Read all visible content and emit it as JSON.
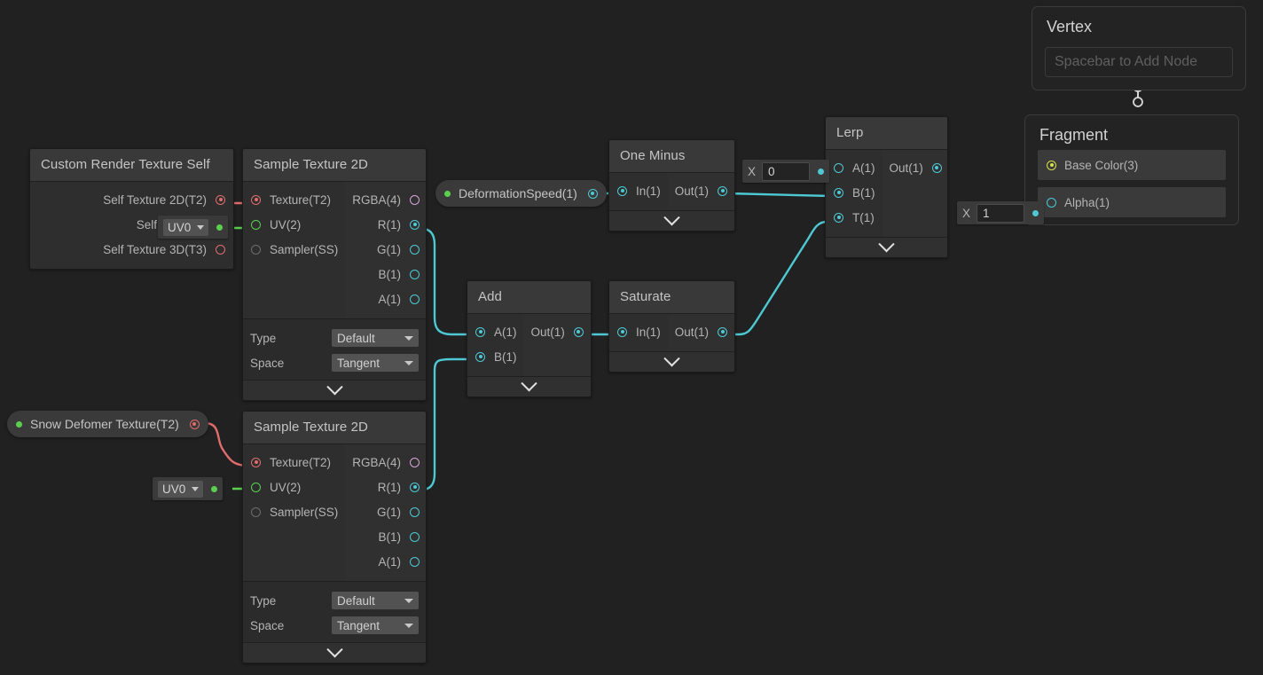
{
  "app": {
    "name": "unity-shader-graph",
    "background": "#212121"
  },
  "colors": {
    "cyan": "#4ec9d4",
    "green": "#5ad04e",
    "red": "#e06c6c",
    "pink": "#d8a3d8",
    "yellow": "#d7e04a",
    "white": "#cfcfcf",
    "node_body": "#262626",
    "node_header": "#393939"
  },
  "master_stack": {
    "vertex": {
      "title": "Vertex",
      "empty_slot_text": "Spacebar to Add Node"
    },
    "fragment": {
      "title": "Fragment",
      "ports": [
        {
          "label": "Base Color(3)",
          "slot_color": "yellow",
          "connected": true
        },
        {
          "label": "Alpha(1)",
          "slot_color": "cyan",
          "connected": false
        }
      ]
    }
  },
  "nodes": [
    {
      "id": "custom-render-texture-self",
      "title": "Custom Render Texture Self",
      "outputs": [
        {
          "label": "Self Texture 2D(T2)",
          "slot_color": "red",
          "connected": true
        },
        {
          "label": "Self Texture (",
          "slot_color": "red",
          "connected": false
        },
        {
          "label": "Self Texture 3D(T3)",
          "slot_color": "red",
          "connected": false
        }
      ]
    },
    {
      "id": "sample-texture-2d-top",
      "title": "Sample Texture 2D",
      "inputs": [
        {
          "label": "Texture(T2)",
          "slot_color": "red",
          "connected": true
        },
        {
          "label": "UV(2)",
          "slot_color": "green",
          "connected": false
        },
        {
          "label": "Sampler(SS)",
          "slot_color": "grey",
          "connected": false
        }
      ],
      "outputs": [
        {
          "label": "RGBA(4)",
          "slot_color": "pink",
          "connected": false
        },
        {
          "label": "R(1)",
          "slot_color": "cyan",
          "connected": true
        },
        {
          "label": "G(1)",
          "slot_color": "cyan",
          "connected": false
        },
        {
          "label": "B(1)",
          "slot_color": "cyan",
          "connected": false
        },
        {
          "label": "A(1)",
          "slot_color": "cyan",
          "connected": false
        }
      ],
      "controls": [
        {
          "label": "Type",
          "value": "Default"
        },
        {
          "label": "Space",
          "value": "Tangent"
        }
      ]
    },
    {
      "id": "sample-texture-2d-bottom",
      "title": "Sample Texture 2D",
      "inputs": [
        {
          "label": "Texture(T2)",
          "slot_color": "red",
          "connected": true
        },
        {
          "label": "UV(2)",
          "slot_color": "green",
          "connected": false
        },
        {
          "label": "Sampler(SS)",
          "slot_color": "grey",
          "connected": false
        }
      ],
      "outputs": [
        {
          "label": "RGBA(4)",
          "slot_color": "pink",
          "connected": false
        },
        {
          "label": "R(1)",
          "slot_color": "cyan",
          "connected": true
        },
        {
          "label": "G(1)",
          "slot_color": "cyan",
          "connected": false
        },
        {
          "label": "B(1)",
          "slot_color": "cyan",
          "connected": false
        },
        {
          "label": "A(1)",
          "slot_color": "cyan",
          "connected": false
        }
      ],
      "controls": [
        {
          "label": "Type",
          "value": "Default"
        },
        {
          "label": "Space",
          "value": "Tangent"
        }
      ]
    },
    {
      "id": "one-minus",
      "title": "One Minus",
      "inputs": [
        {
          "label": "In(1)",
          "slot_color": "cyan",
          "connected": true
        }
      ],
      "outputs": [
        {
          "label": "Out(1)",
          "slot_color": "cyan",
          "connected": true
        }
      ]
    },
    {
      "id": "add",
      "title": "Add",
      "inputs": [
        {
          "label": "A(1)",
          "slot_color": "cyan",
          "connected": true
        },
        {
          "label": "B(1)",
          "slot_color": "cyan",
          "connected": true
        }
      ],
      "outputs": [
        {
          "label": "Out(1)",
          "slot_color": "cyan",
          "connected": true
        }
      ]
    },
    {
      "id": "saturate",
      "title": "Saturate",
      "inputs": [
        {
          "label": "In(1)",
          "slot_color": "cyan",
          "connected": true
        }
      ],
      "outputs": [
        {
          "label": "Out(1)",
          "slot_color": "cyan",
          "connected": true
        }
      ]
    },
    {
      "id": "lerp",
      "title": "Lerp",
      "inputs": [
        {
          "label": "A(1)",
          "slot_color": "cyan",
          "connected": false
        },
        {
          "label": "B(1)",
          "slot_color": "cyan",
          "connected": true
        },
        {
          "label": "T(1)",
          "slot_color": "cyan",
          "connected": true
        }
      ],
      "outputs": [
        {
          "label": "Out(1)",
          "slot_color": "cyan",
          "connected": true
        }
      ]
    }
  ],
  "properties": [
    {
      "id": "snow-deformer-texture",
      "label": "Snow Defomer Texture(T2)",
      "dot_color": "green",
      "slot_color": "red"
    },
    {
      "id": "deformation-speed",
      "label": "DeformationSpeed(1)",
      "dot_color": "green",
      "slot_color": "cyan"
    }
  ],
  "inline_controls": [
    {
      "id": "uv0-top",
      "type": "dropdown",
      "value": "UV0",
      "dot_color": "green"
    },
    {
      "id": "uv0-bottom",
      "type": "dropdown",
      "value": "UV0",
      "dot_color": "green"
    },
    {
      "id": "lerp-a-value",
      "type": "vector1",
      "axis_label": "X",
      "value": "0",
      "dot_color": "cyan"
    },
    {
      "id": "alpha-value",
      "type": "vector1",
      "axis_label": "X",
      "value": "1",
      "dot_color": "cyan"
    }
  ]
}
